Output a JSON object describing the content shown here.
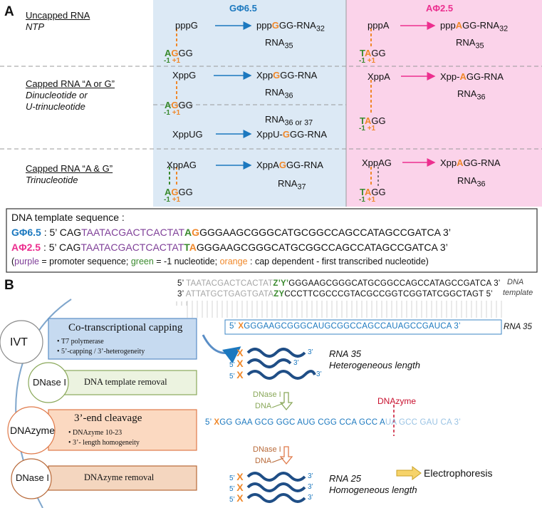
{
  "panel_a": {
    "letter": "A",
    "enzymes": {
      "g": "GΦ6.5",
      "a": "AΦ2.5"
    },
    "rows": [
      {
        "title": "Uncapped RNA",
        "subtitle": "NTP"
      },
      {
        "title": "Capped RNA “A or G”",
        "subtitle1": "Dinucleotide or",
        "subtitle2": "U-trinucleotide"
      },
      {
        "title": "Capped RNA “A & G”",
        "subtitle": "Trinucleotide"
      }
    ],
    "g_col": {
      "r1": {
        "sub": "pppG",
        "prod_pre": "ppp",
        "prod_cap": "G",
        "prod_post": "GG-RNA",
        "prod_sub": "32",
        "len": "RNA",
        "len_sub": "35",
        "t1": "A",
        "t2": "G",
        "t3": "GG"
      },
      "r2a": {
        "sub": "XppG",
        "prod_pre": "Xpp",
        "prod_cap": "G",
        "prod_post": "GG-RNA",
        "len": "RNA",
        "len_sub": "36",
        "t1": "A",
        "t2": "G",
        "t3": "GG"
      },
      "r2b": {
        "len": "RNA",
        "len_sub": "36  or 37",
        "sub": "XppUG",
        "prod_pre": "XppU-",
        "prod_cap": "G",
        "prod_post": "GG-RNA"
      },
      "r3": {
        "sub": "XppAG",
        "prod_pre": "XppA",
        "prod_cap": "G",
        "prod_post": "GG-RNA",
        "len": "RNA",
        "len_sub": "37",
        "t1": "A",
        "t2": "G",
        "t3": "GG"
      }
    },
    "a_col": {
      "r1": {
        "sub": "pppA",
        "prod_pre": "ppp",
        "prod_cap": "A",
        "prod_post": "GG-RNA",
        "prod_sub": "32",
        "len": "RNA",
        "len_sub": "35",
        "t1": "T",
        "t2": "A",
        "t3": "GG"
      },
      "r2": {
        "sub": "XppA",
        "prod_pre": "Xpp-",
        "prod_cap": "A",
        "prod_post": "GG-RNA",
        "len": "RNA",
        "len_sub": "36",
        "t1": "T",
        "t2": "A",
        "t3": "GG"
      },
      "r3": {
        "sub": "XppAG",
        "prod_pre": "Xpp",
        "prod_cap": "A",
        "prod_post": "GG-RNA",
        "len": "RNA",
        "len_sub": "36",
        "t1": "T",
        "t2": "A",
        "t3": "GG"
      }
    },
    "minus1": "-1",
    "plus1": "+1",
    "template": {
      "heading": "DNA template sequence :",
      "g_name": "GΦ6.5",
      "a_name": "AΦ2.5",
      "prefix": " : 5’ CAG",
      "promoter": "TAATACGACTCACTAT",
      "g_nt": "A",
      "g_cap": "G",
      "a_nt": "T",
      "a_cap": "A",
      "rest": "GGGAAGCGGGCATGCGGCCAGCCATAGCCGATCA 3’",
      "legend": {
        "open": "(",
        "purple": "purple",
        "purple_text": " = promoter sequence; ",
        "green": "green",
        "green_text": " = -1 nucleotide; ",
        "orange": "orange",
        "orange_text": " : cap dependent  - first transcribed nucleotide)"
      }
    }
  },
  "panel_b": {
    "letter": "B",
    "steps": [
      {
        "circle": "IVT",
        "title": "Co-transcriptional capping",
        "bullets": [
          "T7 polymerase",
          "5’-capping / 3’-heterogeneity"
        ]
      },
      {
        "circle": "DNase I",
        "title": "DNA template removal"
      },
      {
        "circle": "DNAzyme",
        "title": "3’-end cleavage",
        "bullets": [
          "DNAzyme 10-23",
          "3’- length homogeneity"
        ]
      },
      {
        "circle": "DNase I",
        "title": "DNAzyme removal"
      }
    ],
    "dna_top": {
      "p5": "5’",
      "promoter": "TAATACGACTCACTAT",
      "zy": "Z’Y’",
      "rest": "GGGAAGCGGGCATGCGGCCAGCCATAGCCGATCA",
      "p3": "3’"
    },
    "dna_bot": {
      "p3": "3’",
      "promoter": "ATTATGCTGAGTGATA",
      "zy": "ZY",
      "rest": "CCCTTCGCCCGTACGCCGGTCGGTATCGGCTAGT",
      "p5": "5’"
    },
    "dna_label1": "DNA",
    "dna_label2": "template",
    "rna35_seq": {
      "p5": "5’",
      "x": "X",
      "rest": "GGGAAGCGGGCAUGCGGCCAGCCAUAGCCGAUCA",
      "p3": "3’"
    },
    "rna35_label": "RNA 35",
    "hetero_title": "RNA 35",
    "hetero_sub": "Heterogeneous length",
    "x": "X",
    "p5": "5’",
    "p3": "3’",
    "dnase_label": "DNase I",
    "dna_word": "DNA",
    "dnazyme_label": "DNAzyme",
    "cleave_seq": {
      "p5": "5’",
      "x": "X",
      "kept": "GG GAA GCG GGC AUG CGG CCA GCC A",
      "cut": "UA GCC GAU CA",
      "p3": "3’"
    },
    "homo_title": "RNA 25",
    "homo_sub": "Homogeneous length",
    "electro": "Electrophoresis"
  },
  "colors": {
    "g_bg": "#dce9f5",
    "a_bg": "#fbd3ea",
    "blue": "#1b78bf",
    "pink": "#ec2f8f",
    "orange": "#f0882a",
    "green": "#3a8a2e",
    "purple": "#7f3f98",
    "wave": "#1f4e86"
  }
}
